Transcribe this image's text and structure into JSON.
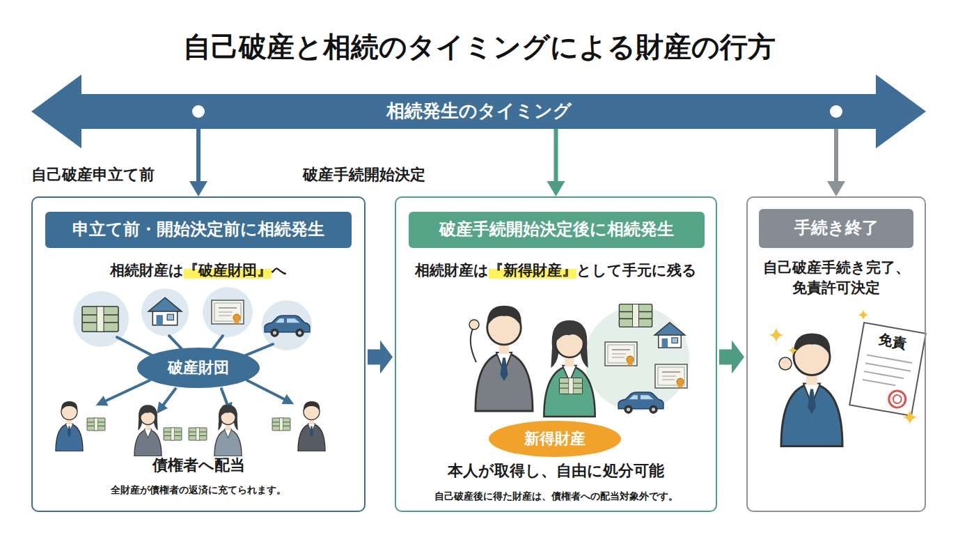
{
  "diagram": {
    "title": "自己破産と相続のタイミングによる財産の行方",
    "nodes": [
      {
        "text": [
          "相続発生のタイミング"
        ]
      },
      {
        "text": [
          "相続財産は『破産財団』へ",
          "債権者へ配当",
          "全財産が債権者の返済に充てられます。"
        ]
      },
      {
        "text": [
          "申立て前・開始決定前に相続発生"
        ],
        "in": 1
      },
      {
        "text": [
          "破産財団"
        ],
        "in": 1
      },
      {
        "text": [
          "相続財産は『新得財産』として手元に残る",
          "本人が取得し、自由に処分可能",
          "自己破産後に得た財産は、債権者への配当対象外です。"
        ]
      },
      {
        "text": [
          "破産手続開始決定後に相続発生"
        ],
        "in": 4
      },
      {
        "text": [
          "新得財産"
        ],
        "in": 4
      },
      {
        "text": [
          "自己破産手続き完了、免責許可決定"
        ]
      },
      {
        "text": [
          "手続き終了"
        ],
        "in": 7
      }
    ],
    "edges": [
      {
        "from": 0,
        "to": 1,
        "arrow": "to"
      },
      {
        "from": 0,
        "to": 4,
        "arrow": "to"
      },
      {
        "from": 0,
        "to": 7,
        "arrow": "to"
      },
      {
        "from": 1,
        "to": 4,
        "arrow": "to"
      },
      {
        "from": 4,
        "to": 7,
        "arrow": "to"
      }
    ],
    "labels": [
      "自己破産申立て前",
      "破産手続開始決定",
      "免責"
    ]
  }
}
